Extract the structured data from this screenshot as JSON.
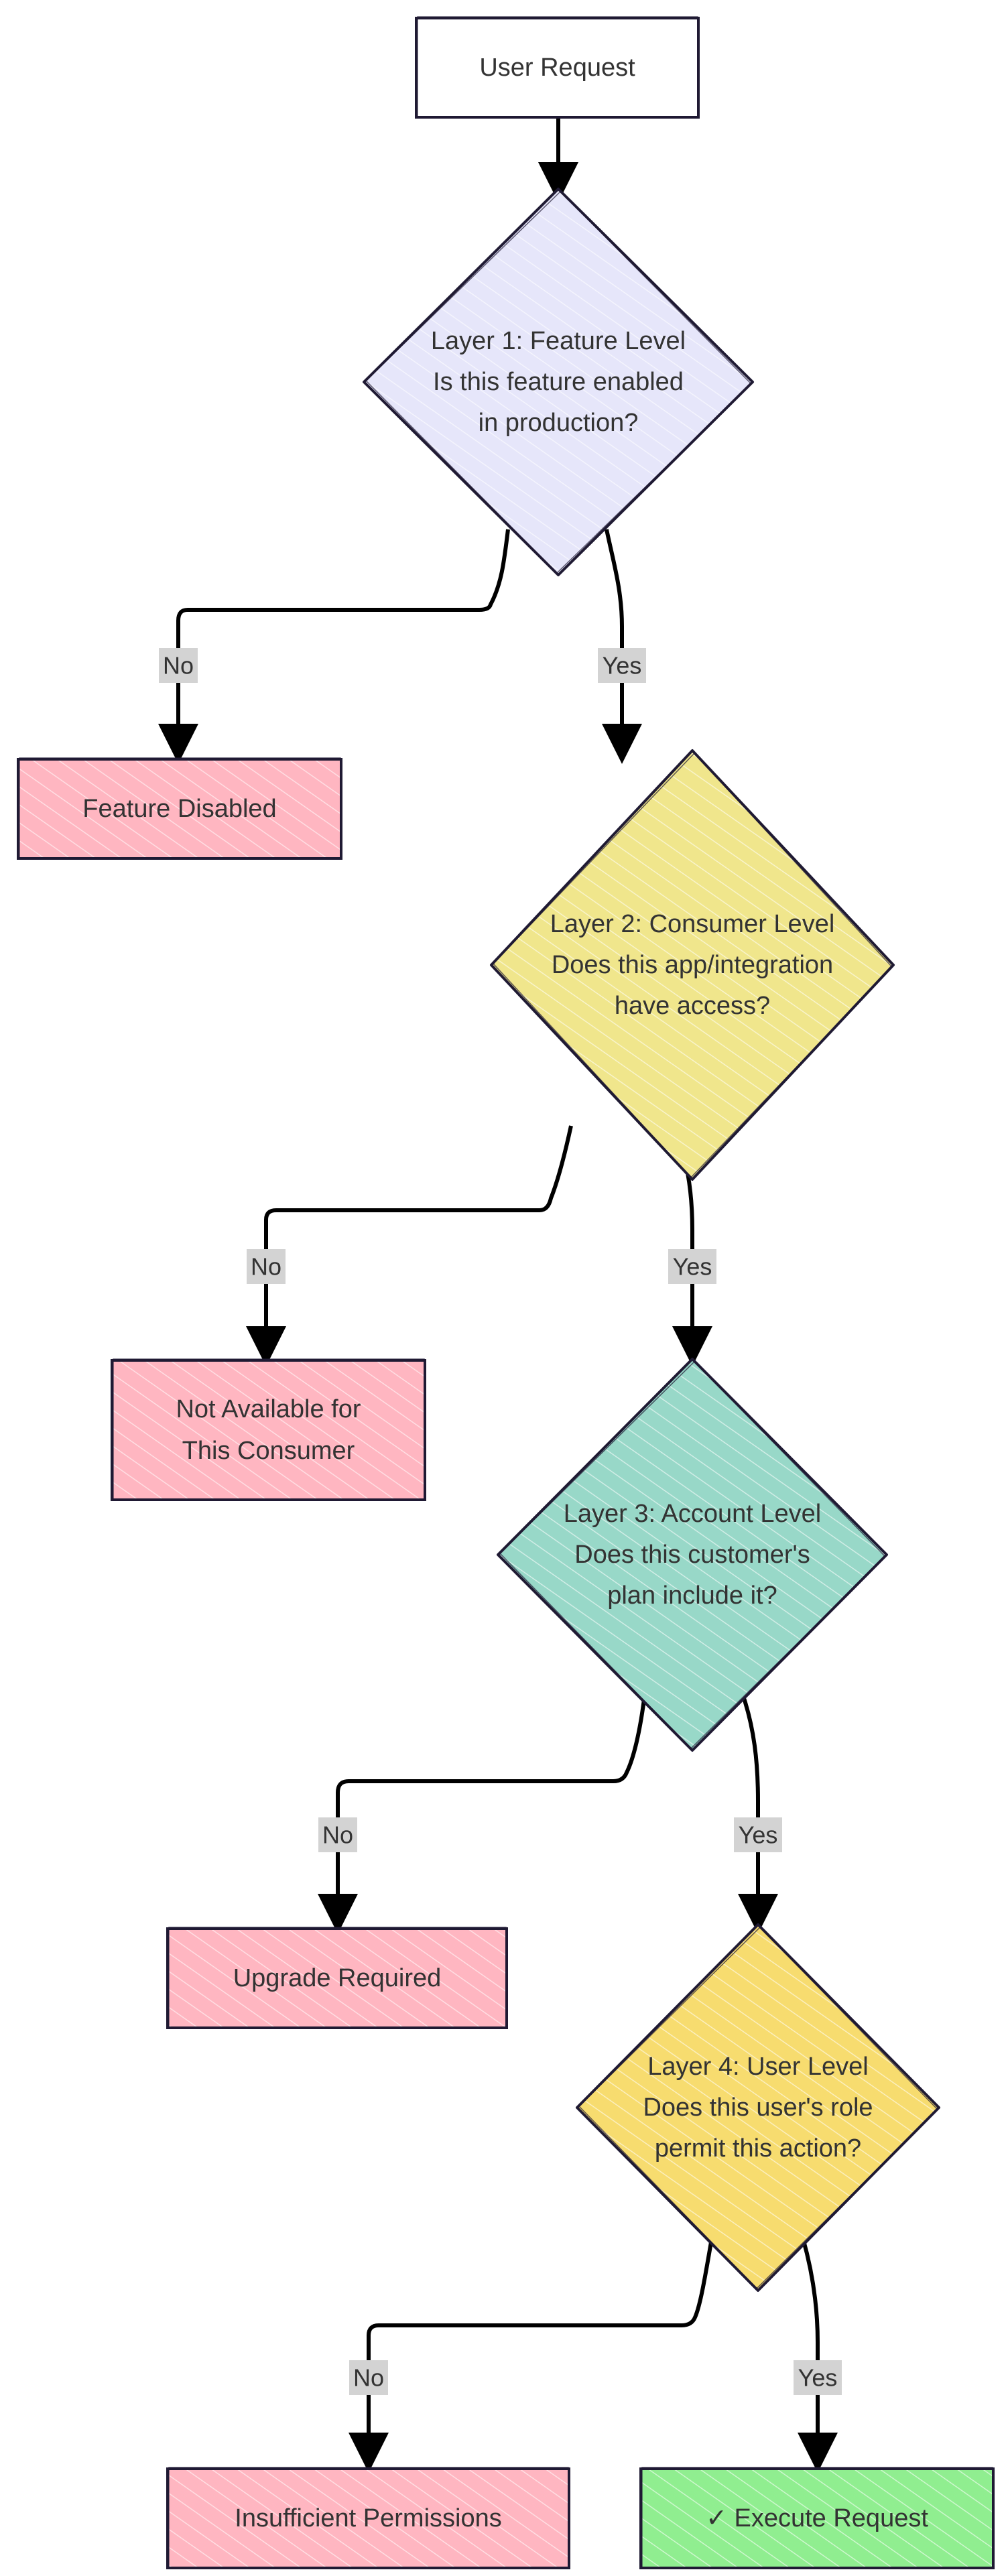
{
  "colors": {
    "start": "#ffffff",
    "layer1": "#e6e6fa",
    "layer2": "#f0e68c",
    "layer3": "#98d8c8",
    "layer4": "#f7dc6f",
    "deny": "#ffb6c1",
    "allow": "#90ee90",
    "stroke": "#1f1a33",
    "edge_label_bg": "#d3d3d3"
  },
  "start": {
    "label": "User Request"
  },
  "layers": [
    {
      "lines": [
        "Layer 1: Feature Level",
        "Is this feature enabled",
        "in production?"
      ]
    },
    {
      "lines": [
        "Layer 2: Consumer Level",
        "Does this app/integration",
        "have access?"
      ]
    },
    {
      "lines": [
        "Layer 3: Account Level",
        "Does this customer's",
        "plan include it?"
      ]
    },
    {
      "lines": [
        "Layer 4: User Level",
        "Does this user's role",
        "permit this action?"
      ]
    }
  ],
  "outcomes": [
    {
      "lines": [
        "Feature Disabled"
      ]
    },
    {
      "lines": [
        "Not Available for",
        "This Consumer"
      ]
    },
    {
      "lines": [
        "Upgrade Required"
      ]
    },
    {
      "lines": [
        "Insufficient Permissions"
      ]
    },
    {
      "lines": [
        "✓ Execute Request"
      ]
    }
  ],
  "edge_labels": {
    "no": "No",
    "yes": "Yes"
  }
}
